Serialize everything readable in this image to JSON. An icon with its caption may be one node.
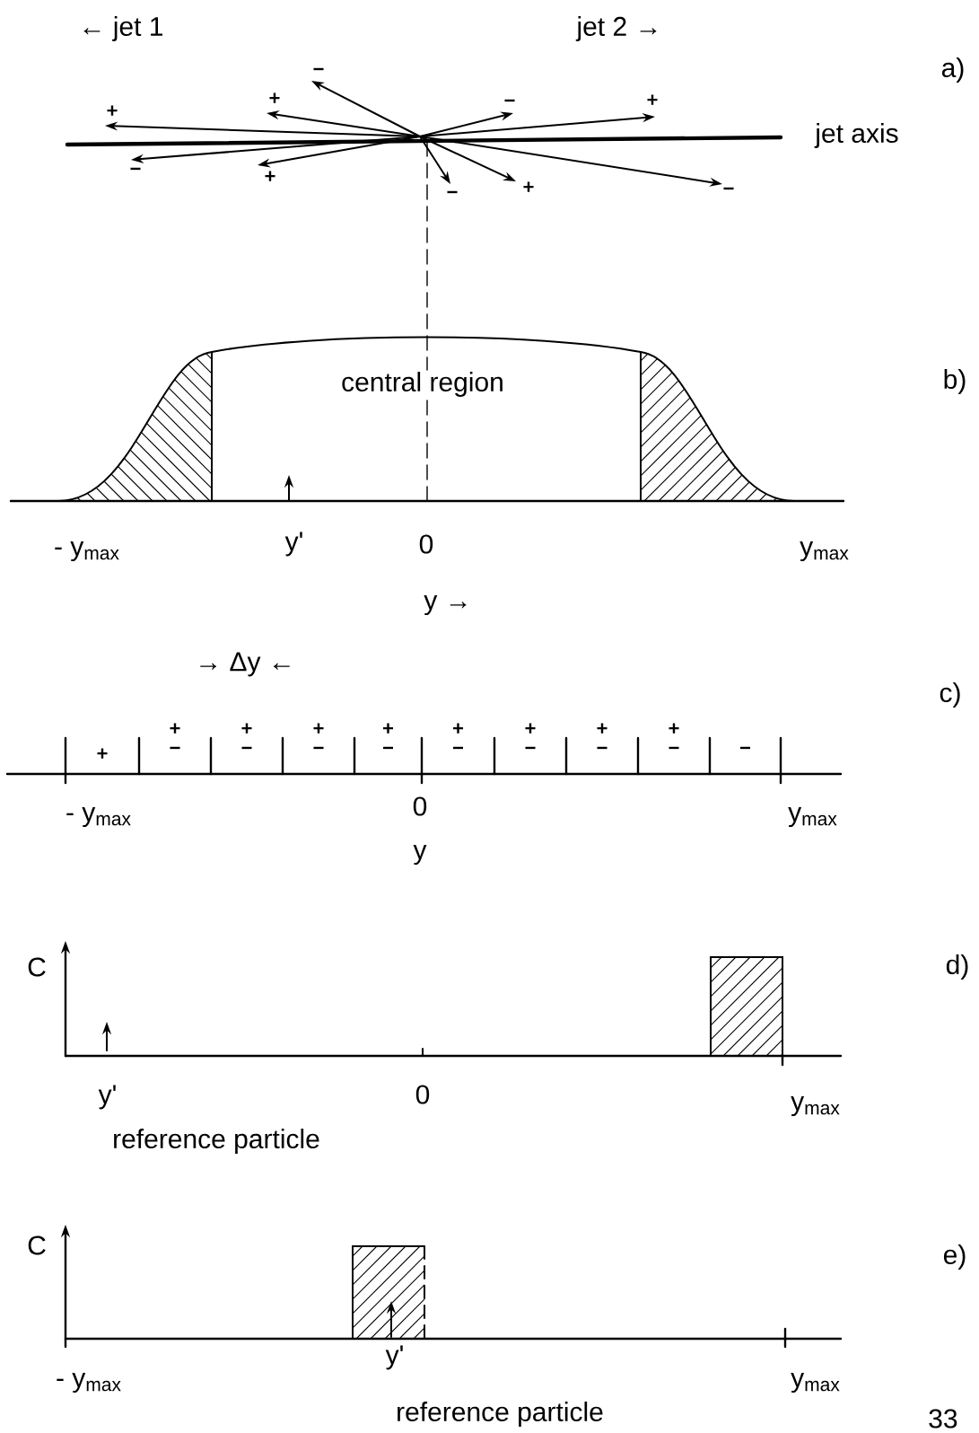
{
  "diagram": {
    "labels": [
      "← jet 1",
      "jet 2 →",
      "a)",
      "−",
      "+",
      "+",
      "−",
      "+",
      "jet axis",
      "−",
      "+",
      "−",
      "+",
      "−",
      "central region",
      "b)",
      "- y$_{max}$",
      "y'",
      "0",
      "y$_{max}$",
      "y →",
      "→ Δy ←",
      "c)",
      "+",
      "+",
      "+",
      "+",
      "+",
      "+",
      "+",
      "+",
      "+",
      "−",
      "−",
      "−",
      "−",
      "−",
      "−",
      "−",
      "−",
      "−",
      "- y$_{max}$",
      "0",
      "y$_{max}$",
      "y",
      "C",
      "d)",
      "y'",
      "0",
      "y$_{max}$",
      "reference particle",
      "C",
      "e)",
      "- y$_{max}$",
      "y'",
      "y$_{max}$",
      "reference particle",
      "33"
    ]
  }
}
